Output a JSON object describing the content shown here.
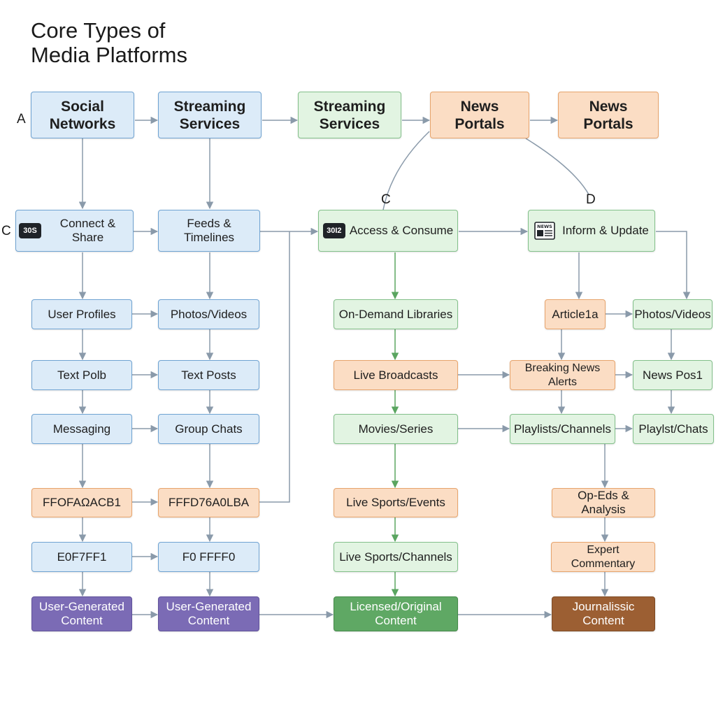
{
  "title_line1": "Core Types of",
  "title_line2": "Media Platforms",
  "markers": {
    "a": "A",
    "c_left": "C",
    "c_mid": "C",
    "d": "D"
  },
  "nodes": {
    "h1": "Social\nNetworks",
    "h2": "Streaming\nServices",
    "h3": "Streaming\nServices",
    "h4": "News\nPortals",
    "h5": "News\nPortals",
    "r1": "Connect & Share",
    "r1_badge": "30S",
    "r2": "Feeds & Timelines",
    "r3": "Access & Consume",
    "r3_badge": "30I2",
    "r4": "Inform & Update",
    "r4_icon_text": "NEWS",
    "a1": "User Profiles",
    "a2": "Photos/Videos",
    "b1": "Text Polb",
    "b2": "Text Posts",
    "c1": "Messaging",
    "c2": "Group Chats",
    "d1": "FFOFAΩACB1",
    "d2": "FFFD76A0LBA",
    "e1": "E0F7FF1",
    "e2": "F0 FFFF0",
    "f1": "User-Generated\nContent",
    "f2": "User-Generated\nContent",
    "g1": "On-Demand Libraries",
    "g2": "Live Broadcasts",
    "g3": "Movies/Series",
    "g4": "Live Sports/Events",
    "g5": "Live Sports/Channels",
    "g6": "Licensed/Original\nContent",
    "n1": "Article1a",
    "n2": "Photos/Videos",
    "n3": "Breaking News Alerts",
    "n4": "News Pos1",
    "n5": "Playlists/Channels",
    "n6": "Playlst/Chats",
    "n7": "Op-Eds & Analysis",
    "n8": "Expert Commentary",
    "n9": "Journalissic\nContent"
  },
  "colors": {
    "blue_fill": "#dcebf8",
    "green_fill": "#e2f4e2",
    "orange_fill": "#fbddc4",
    "purple": "#7b6bb5",
    "dark_green": "#5fa864",
    "brown": "#9c5f33",
    "arrow_gray": "#8a9aaa",
    "arrow_green": "#5aa560"
  },
  "icons": [
    "news-icon"
  ]
}
